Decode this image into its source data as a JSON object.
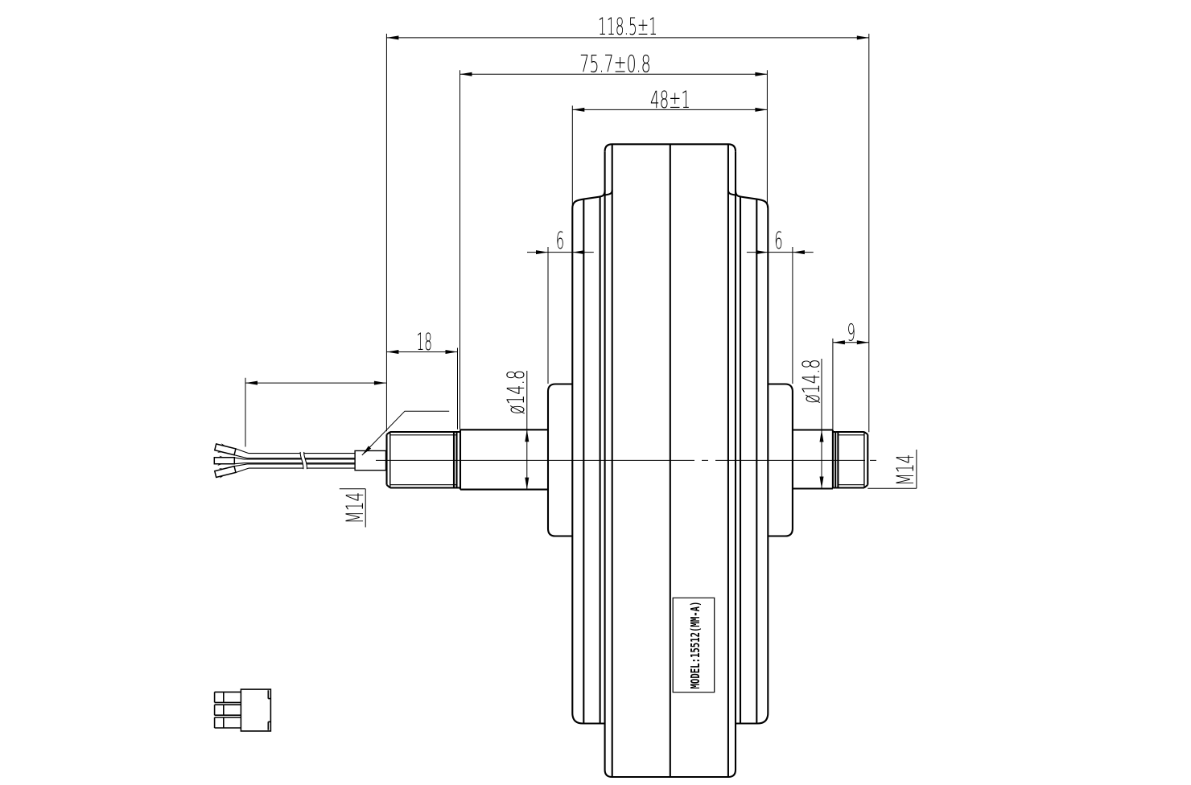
{
  "drawing": {
    "background_color": "#ffffff",
    "line_color": "#000000",
    "model_label": "MODEL:15512(MM-A)",
    "dimensions": {
      "overall_length": "118.5±1",
      "hub_length": "75.7±0.8",
      "drum_width": "48±1",
      "flange_offset_left": "6",
      "flange_offset_right": "6",
      "axle_thread_length_left": "18",
      "axle_thread_length_right": "9",
      "axle_diameter_left": "ø14.8",
      "axle_diameter_right": "ø14.8",
      "thread_spec_left": "M14",
      "thread_spec_right": "M14"
    }
  }
}
